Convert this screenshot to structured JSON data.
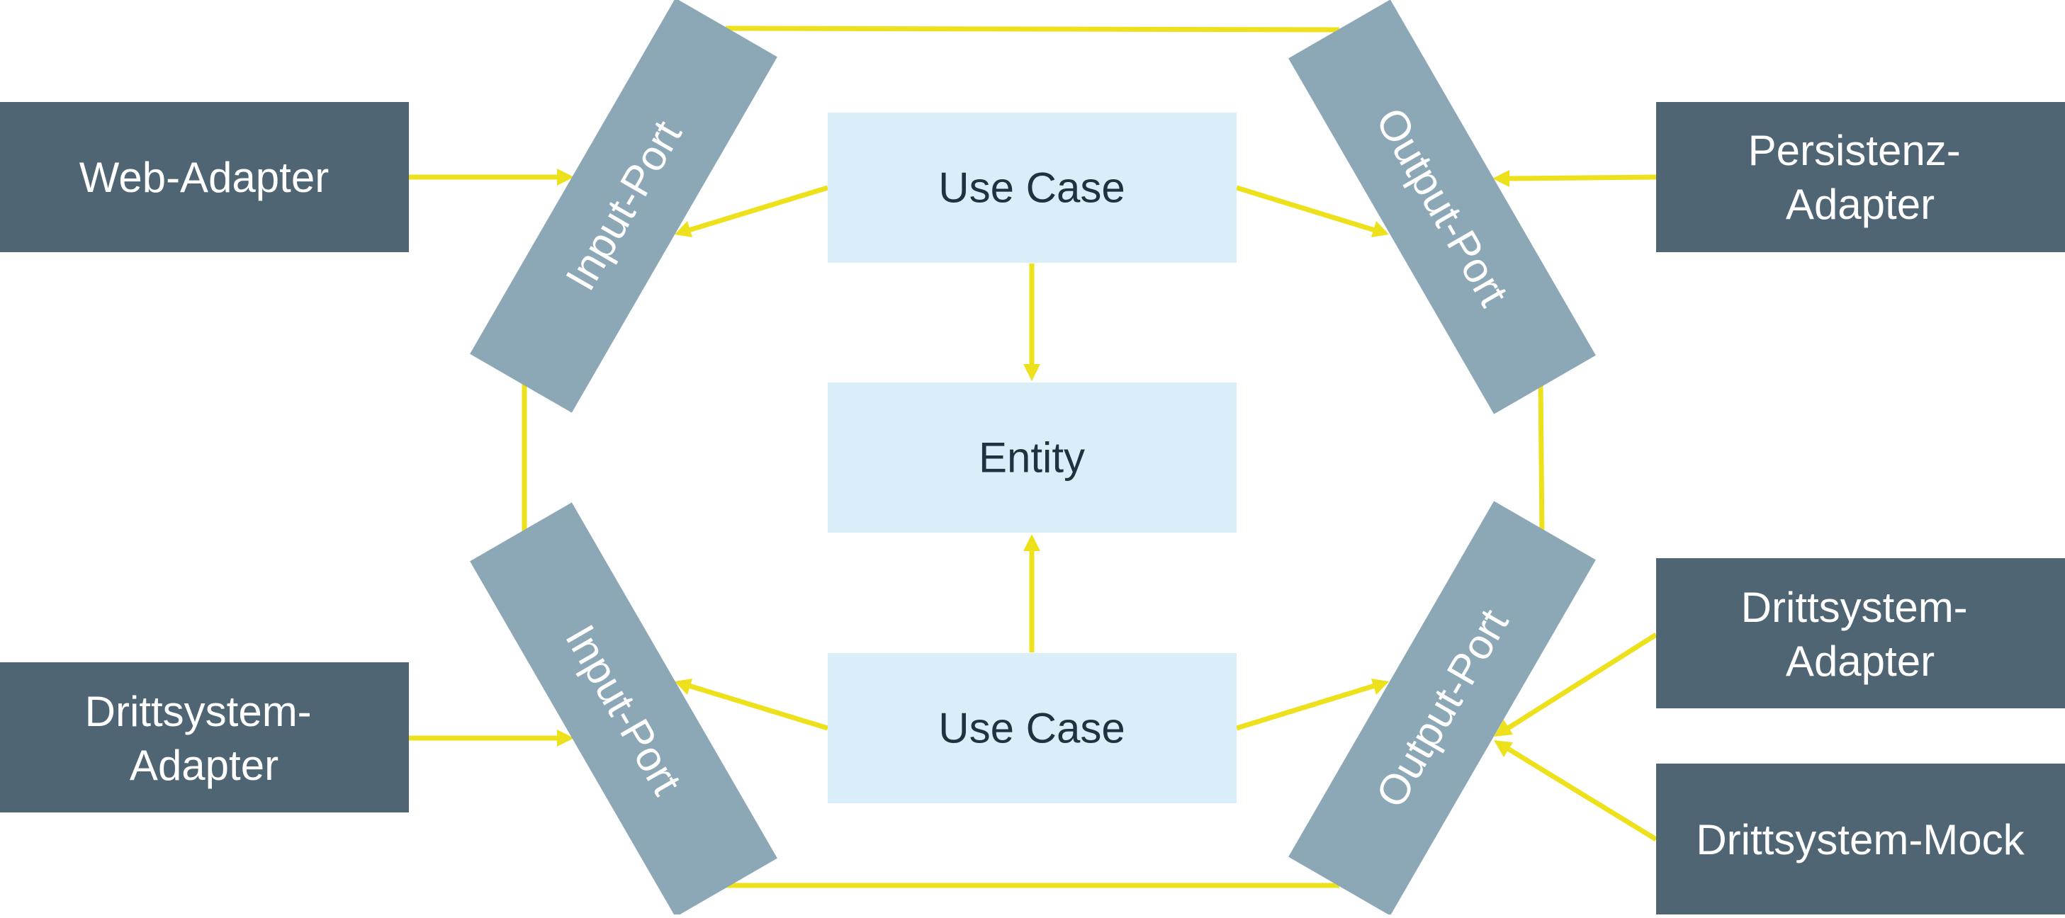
{
  "diagram": {
    "colors": {
      "adapter": "#4f6574",
      "port": "#8ca7b6",
      "core": "#daeefa",
      "connector": "#ece11b",
      "adapter_text": "#ffffff",
      "port_text": "#ffffff",
      "core_text": "#1f3241"
    },
    "adapters": {
      "web": {
        "lines": [
          "Web-Adapter"
        ]
      },
      "third_party_in": {
        "lines": [
          "Drittsystem-",
          "Adapter"
        ]
      },
      "persistence": {
        "lines": [
          "Persistenz-",
          "Adapter"
        ]
      },
      "third_party_out": {
        "lines": [
          "Drittsystem-",
          "Adapter"
        ]
      },
      "third_party_mock": {
        "lines": [
          "Drittsystem-Mock"
        ]
      }
    },
    "ports": {
      "input_top": "Input-Port",
      "input_bottom": "Input-Port",
      "output_top": "Output-Port",
      "output_bottom": "Output-Port"
    },
    "core": {
      "use_case_top": "Use Case",
      "entity": "Entity",
      "use_case_bottom": "Use Case"
    },
    "edges": [
      {
        "from": "web",
        "to": "input_top"
      },
      {
        "from": "third_party_in",
        "to": "input_bottom"
      },
      {
        "from": "persistence",
        "to": "output_top"
      },
      {
        "from": "third_party_out",
        "to": "output_bottom"
      },
      {
        "from": "third_party_mock",
        "to": "output_bottom"
      },
      {
        "from": "use_case_top",
        "to": "input_top"
      },
      {
        "from": "use_case_top",
        "to": "output_top"
      },
      {
        "from": "use_case_top",
        "to": "entity"
      },
      {
        "from": "use_case_bottom",
        "to": "entity"
      },
      {
        "from": "use_case_bottom",
        "to": "input_bottom"
      },
      {
        "from": "use_case_bottom",
        "to": "output_bottom"
      }
    ]
  }
}
